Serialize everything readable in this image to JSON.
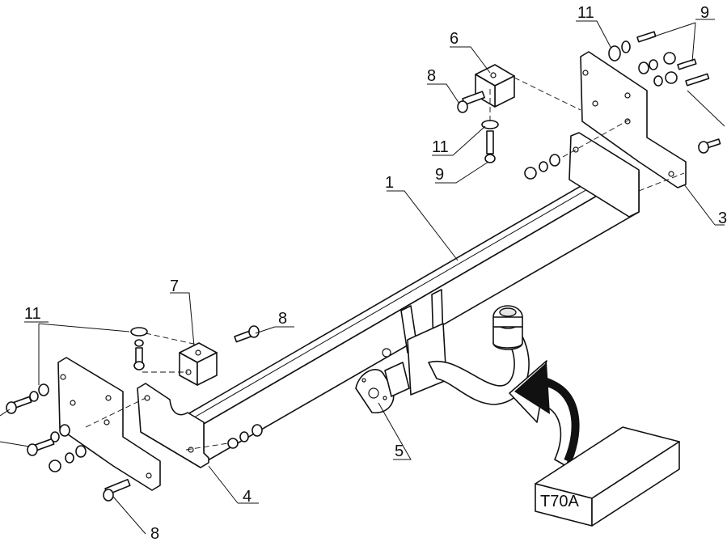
{
  "labels": {
    "n1": "1",
    "n3": "3",
    "n4": "4",
    "n5": "5",
    "n6": "6",
    "n7": "7",
    "n8_top": "8",
    "n8_mid": "8",
    "n8_bottom": "8",
    "n9_top": "9",
    "n9_mid": "9",
    "n11_topright": "11",
    "n11_mid": "11",
    "n11_left": "11"
  },
  "box_label": "T70A"
}
